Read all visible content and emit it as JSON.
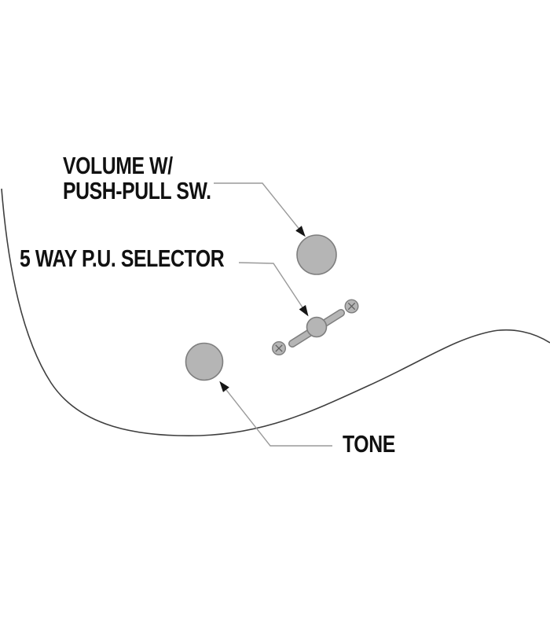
{
  "diagram": {
    "labels": {
      "volume_line1": "VOLUME W/",
      "volume_line2": "PUSH-PULL SW.",
      "selector": "5 WAY P.U. SELECTOR",
      "tone": "TONE"
    },
    "colors": {
      "background": "#ffffff",
      "text": "#111111",
      "knob_fill": "#b5b5b5",
      "knob_stroke": "#7e7e7e",
      "lever_fill": "#b5b5b5",
      "lever_stroke": "#7e7e7e",
      "screw_fill": "#b5b5b5",
      "screw_stroke": "#7e7e7e",
      "screw_cross": "#5f5f5f",
      "leader_line": "#9a9a9a",
      "arrowhead": "#161616",
      "body_outline": "#3f3f3f"
    }
  }
}
